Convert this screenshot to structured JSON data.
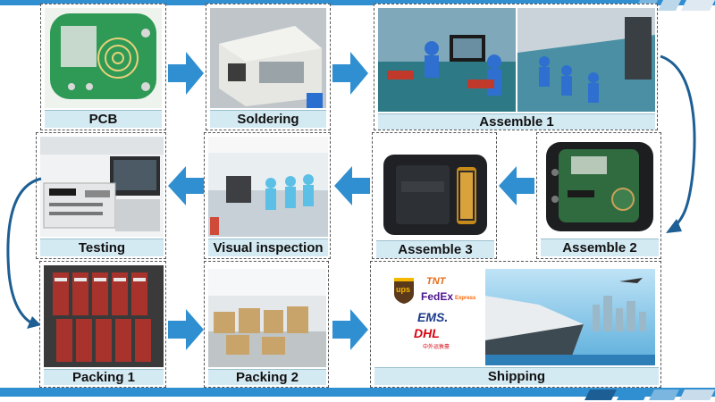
{
  "colors": {
    "accent": "#2f8fd0",
    "label_bg": "#d4eaf3",
    "arrow": "#2f8fd0"
  },
  "steps": [
    {
      "id": "pcb",
      "label": "PCB"
    },
    {
      "id": "soldering",
      "label": "Soldering"
    },
    {
      "id": "assemble1",
      "label": "Assemble 1"
    },
    {
      "id": "assemble2",
      "label": "Assemble 2"
    },
    {
      "id": "assemble3",
      "label": "Assemble 3"
    },
    {
      "id": "visual",
      "label": "Visual inspection"
    },
    {
      "id": "testing",
      "label": "Testing"
    },
    {
      "id": "packing1",
      "label": "Packing 1"
    },
    {
      "id": "packing2",
      "label": "Packing 2"
    },
    {
      "id": "shipping",
      "label": "Shipping"
    }
  ],
  "logos": {
    "ups": "ups",
    "tnt": "TNT",
    "fedex": "FedEx",
    "fedex_sub": "Express",
    "ems": "EMS.",
    "dhl": "DHL",
    "dhl_sub": "中外运敦豪"
  }
}
